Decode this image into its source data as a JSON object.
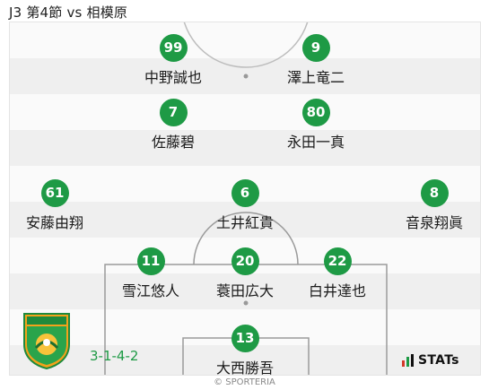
{
  "header": {
    "title": "J3 第4節 vs 相模原"
  },
  "players": [
    {
      "number": "99",
      "name": "中野誠也"
    },
    {
      "number": "9",
      "name": "澤上竜二"
    },
    {
      "number": "7",
      "name": "佐藤碧"
    },
    {
      "number": "80",
      "name": "永田一真"
    },
    {
      "number": "61",
      "name": "安藤由翔"
    },
    {
      "number": "6",
      "name": "土井紅貴"
    },
    {
      "number": "8",
      "name": "音泉翔眞"
    },
    {
      "number": "11",
      "name": "雪江悠人"
    },
    {
      "number": "20",
      "name": "蓑田広大"
    },
    {
      "number": "22",
      "name": "白井達也"
    },
    {
      "number": "13",
      "name": "大西勝吾"
    }
  ],
  "footer": {
    "formation": "3-1-4-2",
    "stats_logo": "STATs",
    "copyright": "© SPORTERIA"
  },
  "colors": {
    "player_badge": "#1e9a45",
    "formation_text": "#1e9a45"
  },
  "icons": {
    "crest": "team-crest-icon",
    "stats": "stats-logo-icon"
  }
}
